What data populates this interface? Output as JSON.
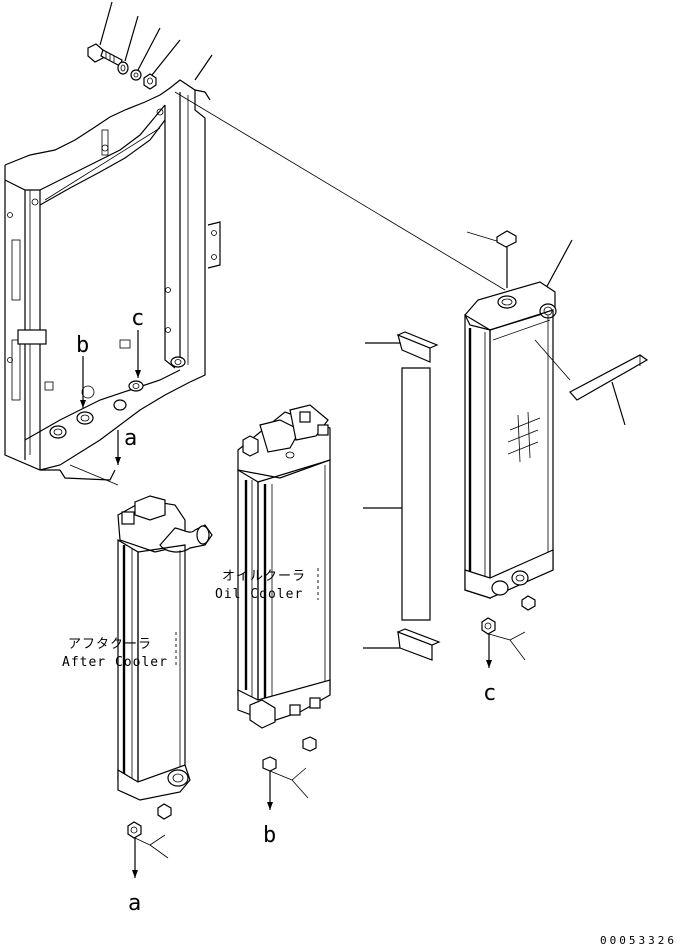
{
  "letters": {
    "a_top": "a",
    "b_top": "b",
    "c_top": "c",
    "a_bottom": "a",
    "b_bottom": "b",
    "c_bottom": "c"
  },
  "labels": {
    "oil_cooler_jp": "オイルクーラ",
    "oil_cooler_en": "Oil Cooler",
    "after_cooler_jp": "アフタクーラ",
    "after_cooler_en": "After Cooler"
  },
  "drawing_number": "00053326"
}
